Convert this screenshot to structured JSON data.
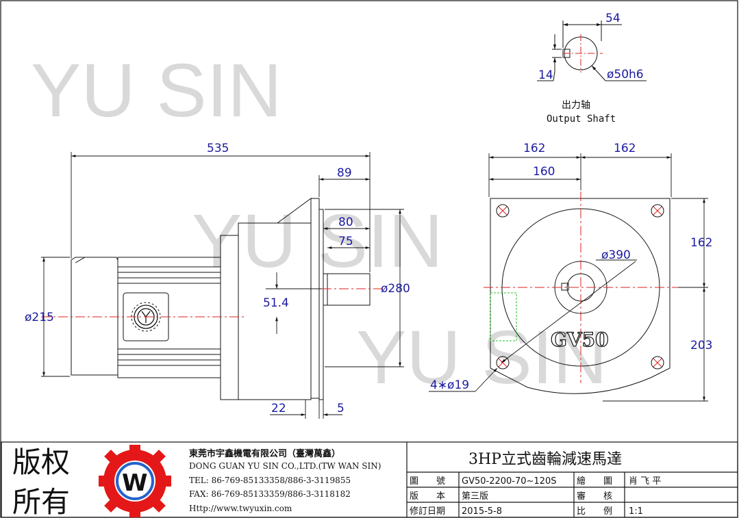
{
  "watermark": {
    "text": "YU SIN"
  },
  "dimensions": {
    "total_length": "535",
    "flange_len": "89",
    "shaft_80": "80",
    "shaft_75": "75",
    "motor_dia": "ø215",
    "center_offset": "51.4",
    "flange_dia": "ø280",
    "b22": "22",
    "b5": "5",
    "half_w_left": "162",
    "half_w_right": "162",
    "hole_span": "160",
    "upper_h": "162",
    "lower_h": "203",
    "pcd": "ø390",
    "holes": "4∗ø19",
    "model_badge": "GV50",
    "key_w": "54",
    "key_h": "14",
    "shaft_dia": "ø50h6"
  },
  "shaft_caption": {
    "cn": "出力轴",
    "en": "Output Shaft"
  },
  "title_block": {
    "rights_line1": "版权",
    "rights_line2": "所有",
    "logo_letter": "W",
    "company_cn": "東莞市宇鑫機電有限公司（臺灣萬鑫）",
    "company_en": "DONG GUAN YU SIN CO.,LTD.(TW WAN SIN)",
    "tel": "TEL: 86-769-85133358/886-3-3119855",
    "fax": "FAX: 86-769-85133359/886-3-3118182",
    "http": "Http://www.twyuxin.com",
    "product_title": "3HP立式齒輪減速馬達",
    "rows": [
      {
        "label": "圖　　號",
        "value": "GV50-2200-70~120S",
        "label2": "繪　　圖",
        "value2": "肖 飞 平"
      },
      {
        "label": "版　　本",
        "value": "第三版",
        "label2": "審　　核",
        "value2": ""
      },
      {
        "label": "修訂日期",
        "value": "2015-5-8",
        "label2": "比　　例",
        "value2": "1:1"
      }
    ]
  }
}
